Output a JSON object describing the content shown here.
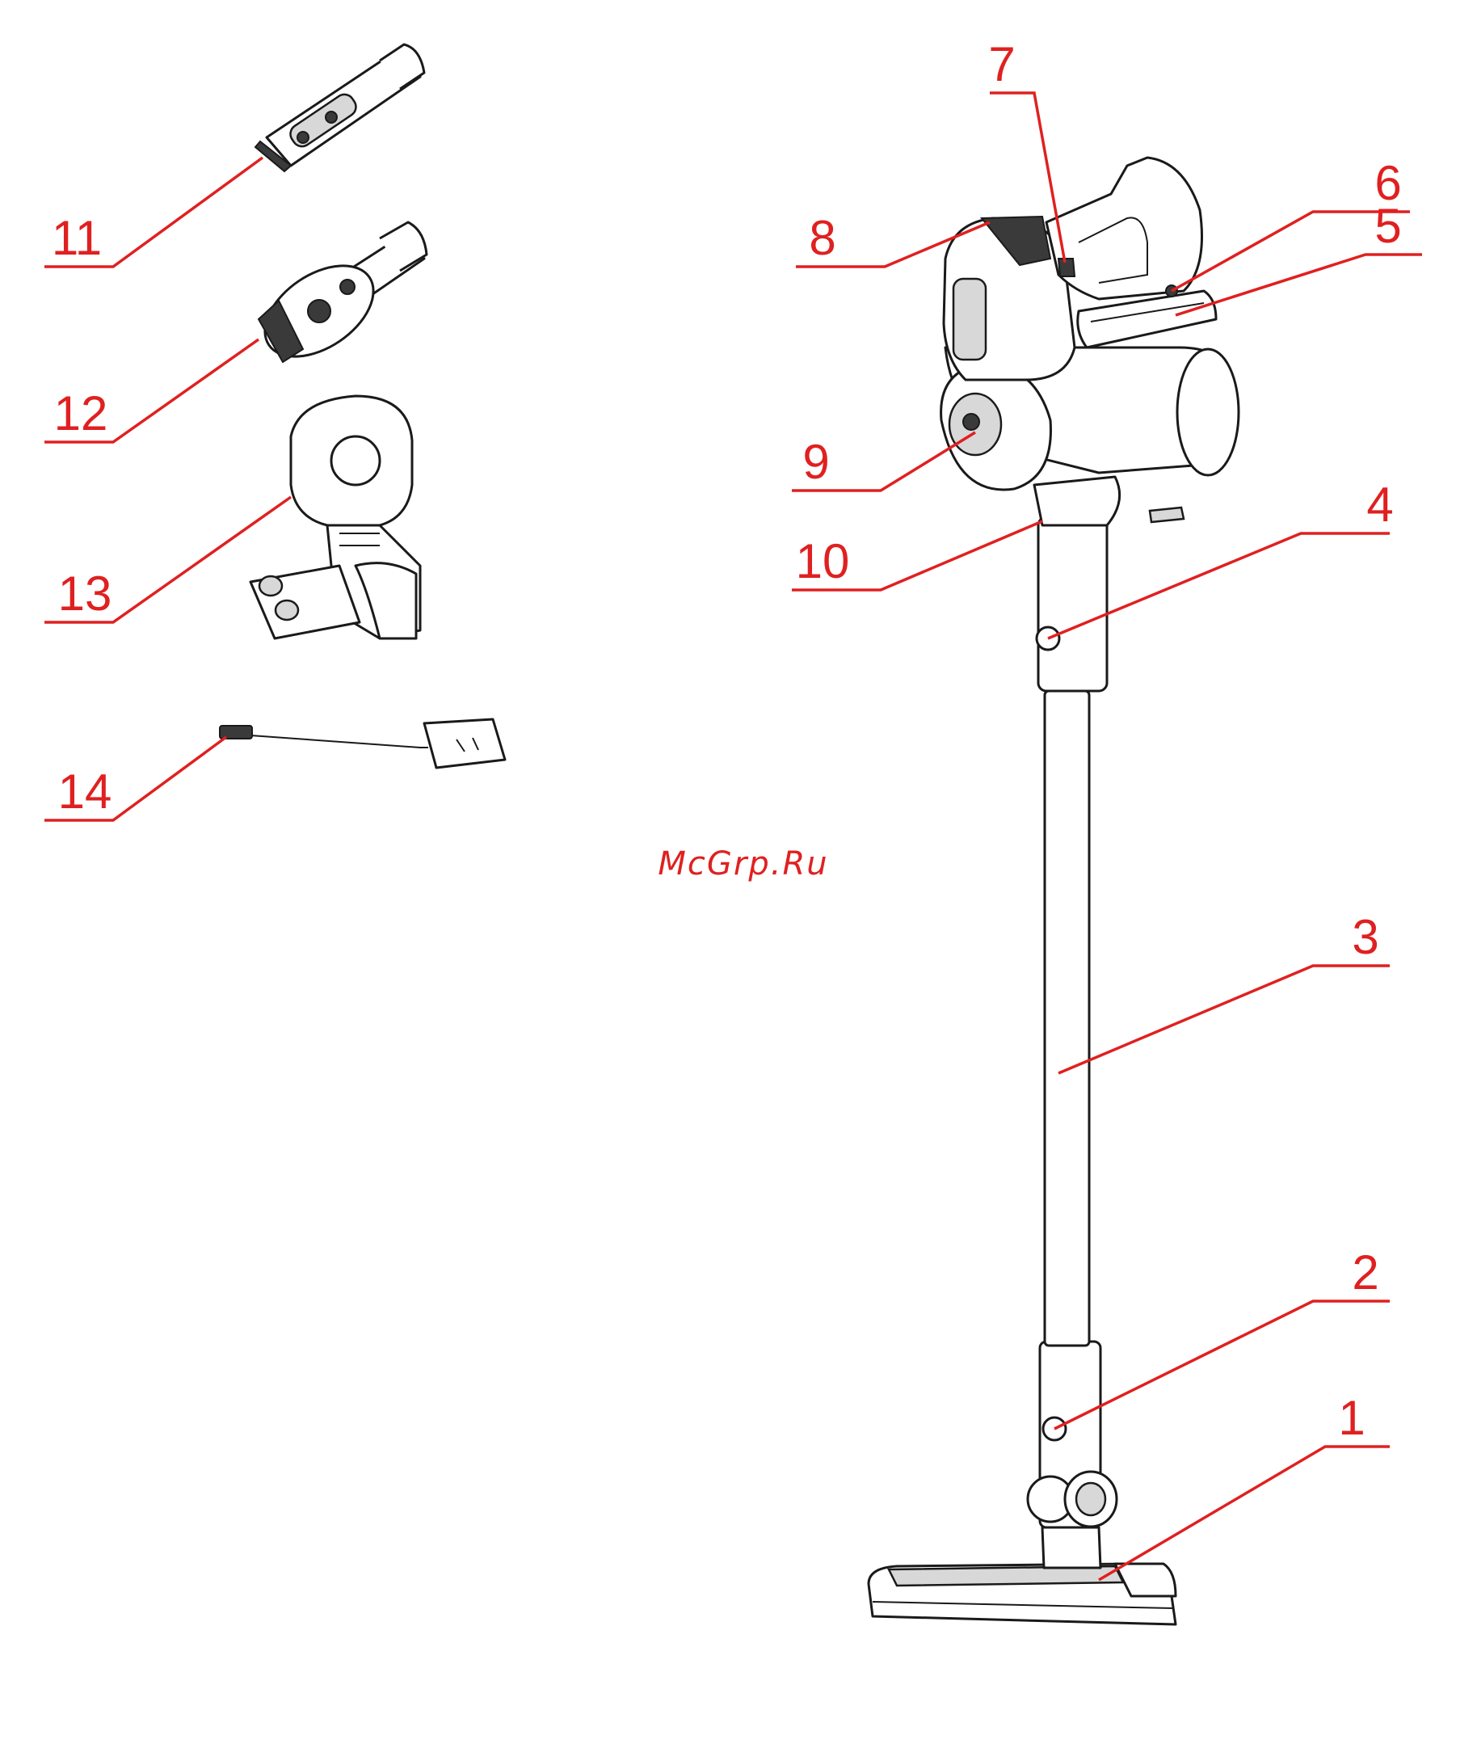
{
  "colors": {
    "callout": "#e02020",
    "line_art": "#1a1a1a",
    "background": "#ffffff"
  },
  "watermark": "McGrp.Ru",
  "callouts": [
    {
      "id": "1",
      "label": "1"
    },
    {
      "id": "2",
      "label": "2"
    },
    {
      "id": "3",
      "label": "3"
    },
    {
      "id": "4",
      "label": "4"
    },
    {
      "id": "5",
      "label": "5"
    },
    {
      "id": "6",
      "label": "6"
    },
    {
      "id": "7",
      "label": "7"
    },
    {
      "id": "8",
      "label": "8"
    },
    {
      "id": "9",
      "label": "9"
    },
    {
      "id": "10",
      "label": "10"
    },
    {
      "id": "11",
      "label": "11"
    },
    {
      "id": "12",
      "label": "12"
    },
    {
      "id": "13",
      "label": "13"
    },
    {
      "id": "14",
      "label": "14"
    }
  ]
}
